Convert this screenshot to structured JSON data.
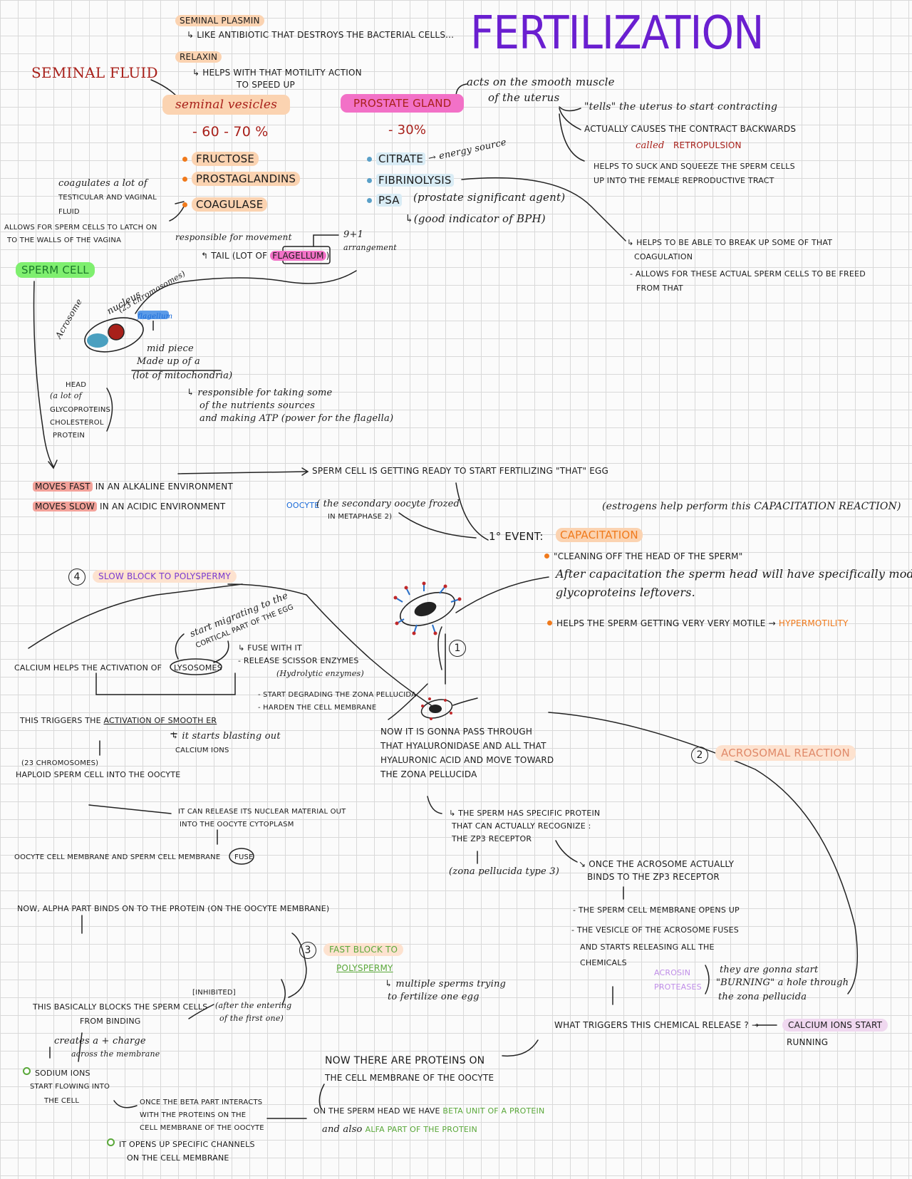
{
  "title": "FERTILIZATION",
  "seminal_fluid": {
    "label": "SEMINAL FLUID",
    "seminal_plasmin": "SEMINAL PLASMIN",
    "seminal_plasmin_note": "↳ like antibiotic that destroys the bacterial cells...",
    "relaxin": "RELAXIN",
    "relaxin_note": "↳ HELPS WITH THAT MOTILITY ACTION",
    "relaxin_note2": "TO SPEED UP"
  },
  "seminal_vesicles": {
    "label": "seminal vesicles",
    "percent": "- 60 - 70 %",
    "items": [
      "FRUCTOSE",
      "PROSTAGLANDINS",
      "COAGULASE"
    ],
    "coagulates_note": [
      "coagulates a lot of",
      "TESTICULAR AND VAGINAL",
      "FLUID"
    ],
    "allows_note": [
      "ALLOWS FOR SPERM CELLS TO LATCH ON",
      "TO THE WALLS OF THE VAGINA"
    ]
  },
  "prostaglandins_effect": {
    "acts": "acts on the smooth muscle",
    "acts2": "of the uterus",
    "tells": "\"tells\" the uterus to start contracting",
    "actually": "ACTUALLY CAUSES THE CONTRACT BACKWARDS",
    "called": "called",
    "retropulsion": "RETROPULSION",
    "helps_suck": "HELPS TO SUCK AND SQUEEZE THE SPERM CELLS",
    "helps_suck2": "UP INTO THE FEMALE REPRODUCTIVE TRACT"
  },
  "prostate": {
    "label": "PROSTATE GLAND",
    "percent": "- 30%",
    "citrate": "CITRATE",
    "citrate_note": "→ energy source",
    "fibrinolysis": "FIBRINOLYSIS",
    "psa": "PSA",
    "psa_note": "(prostate significant agent)",
    "psa_note2": "↳(good indicator of BPH)",
    "fibrin_note1": "↳ HELPS TO BE ABLE TO BREAK UP SOME OF THAT",
    "fibrin_note2": "COAGULATION",
    "fibrin_note3": "- ALLOWS FOR THESE ACTUAL SPERM CELLS TO BE FREED",
    "fibrin_note4": "FROM THAT"
  },
  "sperm_cell": {
    "label": "SPERM CELL",
    "responsible_motion": "responsible for movement",
    "tail": "↰ TAIL (lot of",
    "flagellum": "flagellum",
    "tail_close": ")",
    "arrangement": "9+1",
    "arrangement2": "arrangement",
    "acrosome": "Acrosome",
    "nucleus": "nucleus",
    "nucleus2": "(23 chromosomes)",
    "flagellum_small": "flagellum",
    "midpiece": [
      "mid piece",
      "Made up of a",
      "(lot of mitochondria)"
    ],
    "midpiece_note": [
      "↳ responsible for taking some",
      "of the nutrients sources",
      "and making ATP (power for the flagella)"
    ],
    "head_note": [
      "HEAD",
      "(a lot of",
      "GLYCOPROTEINS",
      "CHOLESTEROL",
      "PROTEIN"
    ]
  },
  "movement": {
    "fast": "MOVES FAST",
    "fast_rest": "IN AN ALKALINE ENVIRONMENT",
    "slow": "MOVES SLOW",
    "slow_rest": "IN AN ACIDIC ENVIRONMENT",
    "getting_ready": "SPERM CELL IS GETTING READY TO START FERTILIZING \"THAT\" EGG",
    "oocyte": "oocyte",
    "oocyte_note": "( the secondary oocyte frozed",
    "oocyte_note2": "in METAPHASE 2)"
  },
  "capacitation": {
    "estrogens": "(estrogens help perform this CAPACITATION REACTION)",
    "event": "1° EVENT:",
    "label": "CAPACITATION",
    "cleaning": "\"CLEANING OFF THE HEAD OF THE SPERM\"",
    "after": "After capacitation the sperm head will have specifically modified",
    "after2": "glycoproteins leftovers.",
    "helps": "HELPS THE SPERM GETTING VERY VERY MOTILE →",
    "hypermotility": "HYPERMOTILITY"
  },
  "acrosomal": {
    "num": "2",
    "label": "ACROSOMAL REACTION",
    "now_going": [
      "NOW IT IS GONNA PASS THROUGH",
      "THAT HYALURONIDASE AND ALL THAT",
      "HYALURONIC ACID AND MOVE TOWARD",
      "THE ZONA PELLUCIDA"
    ],
    "specific_protein": [
      "↳ THE SPERM HAS SPECIFIC PROTEIN",
      "THAT CAN ACTUALLY RECOGNIZE :",
      "THE ZP3 RECEPTOR"
    ],
    "zona_type": "(zona pellucida type 3)",
    "once_binds": [
      "↘ ONCE THE ACROSOME ACTUALLY",
      "BINDS TO THE ZP3 RECEPTOR"
    ],
    "membrane_opens": "- THE SPERM CELL MEMBRANE OPENS UP",
    "vesicle": [
      "- THE VESICLE OF THE ACROSOME FUSES",
      "AND STARTS RELEASING ALL THE",
      "CHEMICALS"
    ],
    "acrosin": "ACROSIN",
    "proteases": "PROTEASES",
    "burning": [
      "they are gonna start",
      "\"BURNING\" a hole through",
      "the zona pellucida"
    ],
    "what_triggers": "WHAT TRIGGERS THIS CHEMICAL RELEASE ? →",
    "calcium_running": "CALCIUM IONS START",
    "calcium_running2": "RUNNING"
  },
  "fast_block": {
    "num": "3",
    "label": "FAST BLOCK TO",
    "label2": "POLYSPERMY",
    "multiple": "↳ multiple sperms trying",
    "multiple2": "to fertilize one egg",
    "proteins_on": "NOW THERE ARE PROTEINS ON",
    "proteins_on2": "THE CELL MEMBRANE OF THE OOCYTE",
    "beta_alpha_pre": "ON THE SPERM HEAD WE HAVE",
    "beta_unit": "BETA UNIT OF A PROTEIN",
    "and_also": "and also",
    "alpha_part": "ALFA PART OF THE PROTEIN",
    "once_beta": [
      "ONCE THE BETA PART INTERACTS",
      "WITH THE PROTEINS ON THE",
      "CELL MEMBRANE OF THE OOCYTE"
    ],
    "opens_channels": "IT OPENS UP SPECIFIC CHANNELS",
    "opens_channels2": "ON THE CELL MEMBRANE",
    "sodium": "SODIUM IONS",
    "sodium2": "START FLOWING INTO",
    "sodium3": "THE CELL",
    "creates": "creates a + charge",
    "creates2": "across the membrane",
    "inhibited": "[INHIBITED]",
    "blocks": "THIS BASICALLY BLOCKS THE SPERM CELLS",
    "after_first": "(after the entering",
    "after_first2": "of the first one)",
    "from_binding": "FROM BINDING",
    "alpha_binds": "NOW, ALPHA PART BINDS ON TO THE PROTEIN (on the oocyte membrane)",
    "fuse_line": "OOCYTE CELL MEMBRANE AND SPERM CELL MEMBRANE",
    "fuse": "FUSE",
    "release_nuclear": "IT CAN RELEASE ITS NUCLEAR MATERIAL OUT",
    "release_nuclear2": "INTO THE OOCYTE CYTOPLASM",
    "haploid1": "(23 CHROMOSOMES)",
    "haploid2": "HAPLOID SPERM CELL INTO THE OOCYTE"
  },
  "slow_block": {
    "num": "4",
    "label": "SLOW BLOCK TO POLYSPERMY",
    "migrating": "start migrating to the",
    "migrating2": "CORTICAL PART OF THE EGG",
    "calcium_helps": "CALCIUM HELPS THE ACTIVATION OF",
    "lysosomes": "LYSOSOMES",
    "fuse_with": "↳ FUSE WITH IT",
    "release_scissor": "- RELEASE SCISSOR ENZYMES",
    "hydrolytic": "(Hydrolytic enzymes)",
    "start_degrading": "- START DEGRADING THE ZONA PELLUCIDA",
    "harden": "- HARDEN THE CELL MEMBRANE",
    "triggers_er": "THIS TRIGGERS THE",
    "activation_er": "ACTIVATION OF SMOOTH ER",
    "blasting": "↳ it starts blasting out",
    "blasting2": "CALCIUM IONS"
  },
  "event_one_num": "1",
  "colors": {
    "title": "#6a1fd0",
    "dark_red": "#a8201a",
    "orange_highlight": "#fbd3b1",
    "pink_highlight": "#f271c7",
    "green_highlight": "#7fef6f",
    "accent_orange": "#f07a1c",
    "green_text": "#5aa83a",
    "blue_text": "#1a6ad8"
  }
}
